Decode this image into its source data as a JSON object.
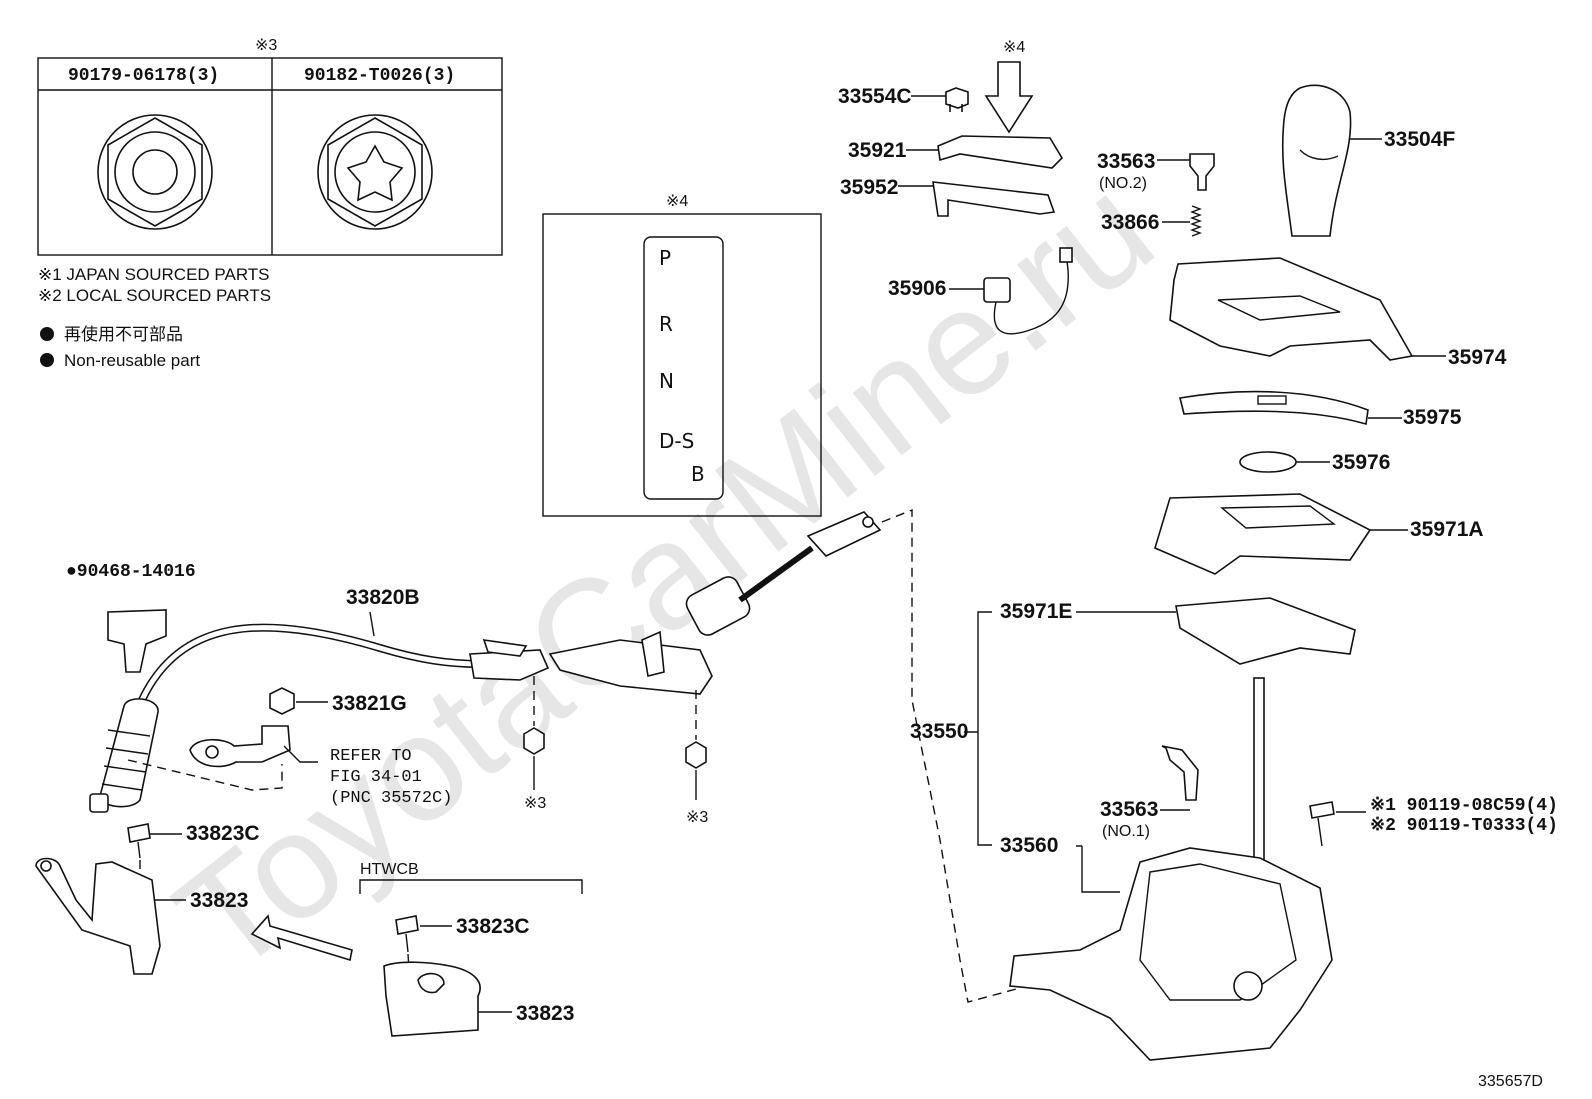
{
  "watermark": "ToyotaCarMine.ru",
  "diagram_id": "335657D",
  "fastener_table": {
    "marker": "※3",
    "col1": "90179-06178(3)",
    "col2": "90182-T0026(3)"
  },
  "legend": {
    "note1": "※1  JAPAN SOURCED PARTS",
    "note2": "※2  LOCAL SOURCED PARTS",
    "nonreuse_jp": "再使用不可部品",
    "nonreuse_en": "Non-reusable part"
  },
  "gate_box": {
    "marker": "※4",
    "positions": [
      "P",
      "R",
      "N",
      "D-S",
      "B"
    ]
  },
  "arrow_marker": "※4",
  "refer": {
    "line1": "REFER TO",
    "line2": "FIG 34-01",
    "line3": "(PNC 35572C)"
  },
  "htwcb": "HTWCB",
  "parts": {
    "p33554C": "33554C",
    "p35921": "35921",
    "p35952": "35952",
    "p35906": "35906",
    "p33563_no2": "33563",
    "no2": "(NO.2)",
    "p33866": "33866",
    "p33504F": "33504F",
    "p35974": "35974",
    "p35975": "35975",
    "p35976": "35976",
    "p35971A": "35971A",
    "p35971E": "35971E",
    "p33550": "33550",
    "p33563_no1": "33563",
    "no1": "(NO.1)",
    "p33560": "33560",
    "bolt1": "※1  90119-08C59(4)",
    "bolt2": "※2  90119-T0333(4)",
    "p90468": "●90468-14016",
    "p33820B": "33820B",
    "p33821G": "33821G",
    "m3a": "※3",
    "m3b": "※3",
    "p33823C_a": "33823C",
    "p33823_a": "33823",
    "p33823C_b": "33823C",
    "p33823_b": "33823"
  }
}
